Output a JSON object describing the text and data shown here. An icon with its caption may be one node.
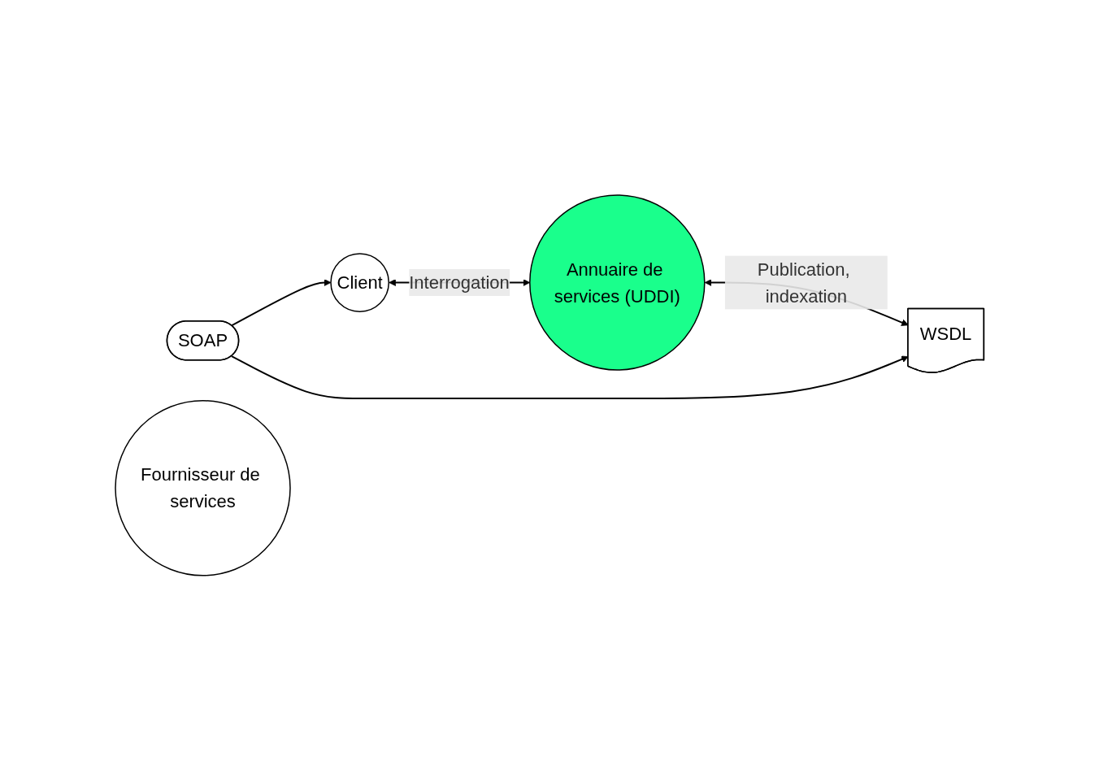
{
  "diagram": {
    "nodes": [
      {
        "text": [
          "Annuaire de services (UDDI)"
        ]
      },
      {
        "text": [
          "Client"
        ]
      },
      {
        "text": [
          "SOAP"
        ]
      },
      {
        "text": [
          "WSDL"
        ]
      },
      {
        "text": [
          "Fournisseur de services"
        ]
      }
    ],
    "edges": [
      {
        "from": 1,
        "to": 0,
        "arrow": "both",
        "label": "Interrogation"
      },
      {
        "from": 0,
        "to": 3,
        "arrow": "both",
        "label": "Publication, indexation"
      },
      {
        "from": 2,
        "to": 1,
        "arrow": "to"
      },
      {
        "from": 2,
        "to": 3,
        "arrow": "to"
      }
    ]
  }
}
